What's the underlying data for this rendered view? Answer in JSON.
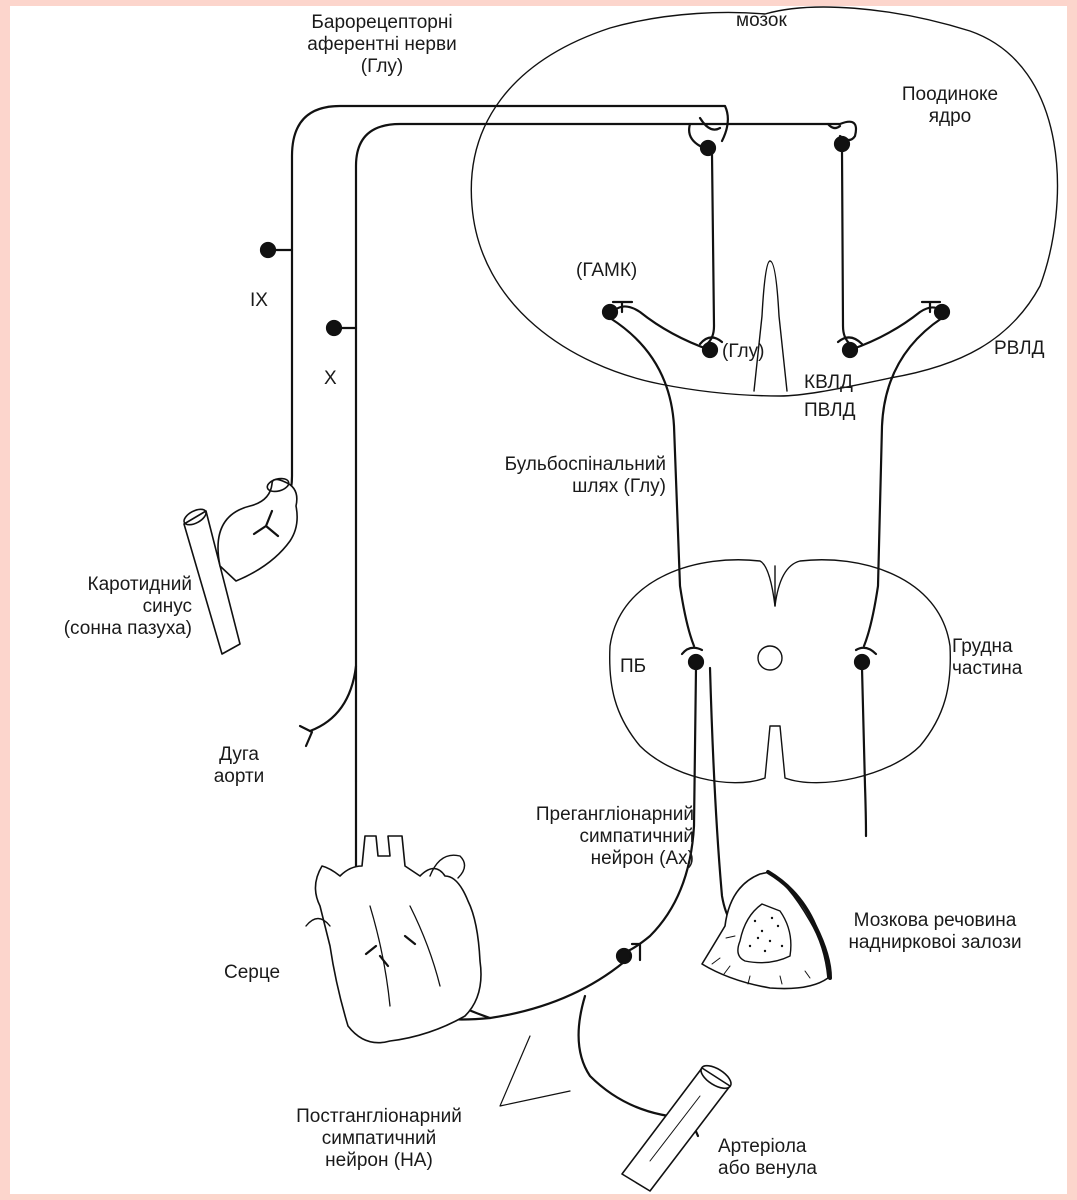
{
  "labels": {
    "baroreceptor_line1": "Барорецепторні",
    "baroreceptor_line2": "аферентні нерви",
    "baroreceptor_line3": "(Глу)",
    "brain": "мозок",
    "solitary_line1": "Поодиноке",
    "solitary_line2": "ядро",
    "gaba": "(ГАМК)",
    "glu_center": "(Глу)",
    "rvlm": "РВЛД",
    "cvlm": "КВЛД",
    "pvlm": "ПВЛД",
    "nerve_ix": "IX",
    "nerve_x": "X",
    "bulbospinal_line1": "Бульбоспінальний",
    "bulbospinal_line2": "шлях (Глу)",
    "carotid_line1": "Каротидний",
    "carotid_line2": "синус",
    "carotid_line3": "(сонна пазуха)",
    "pb": "ПБ",
    "thoracic_line1": "Грудна",
    "thoracic_line2": "частина",
    "aortic_line1": "Дуга",
    "aortic_line2": "аорти",
    "pregang_line1": "Прегангліонарний",
    "pregang_line2": "симпатичний",
    "pregang_line3": "нейрон (Ах)",
    "heart": "Серце",
    "adrenal_line1": "Мозкова речовина",
    "adrenal_line2": "наднирковоі залози",
    "postgang_line1": "Постгангліонарний",
    "postgang_line2": "симпатичний",
    "postgang_line3": "нейрон (НА)",
    "vessel_line1": "Артеріола",
    "vessel_line2": "або венула"
  },
  "colors": {
    "background": "#fcd5cc",
    "canvas": "#ffffff",
    "line": "#111111"
  }
}
